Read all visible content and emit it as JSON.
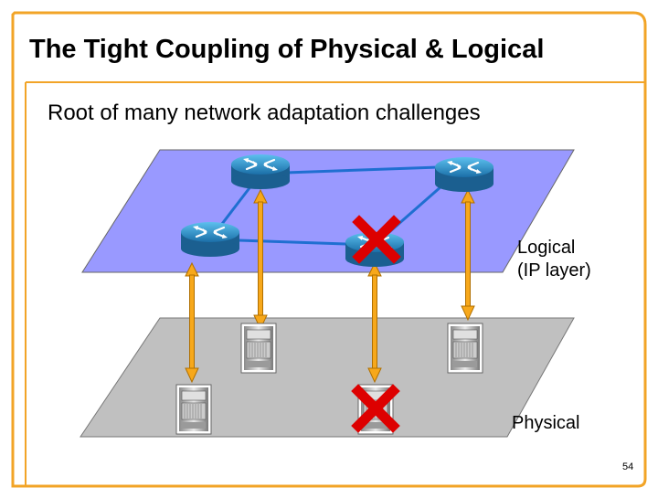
{
  "slide": {
    "title": "The Tight Coupling of Physical & Logical",
    "subtitle": "Root of many network adaptation challenges",
    "page_number": "54"
  },
  "layers": {
    "logical": {
      "line1": "Logical",
      "line2": "(IP layer)",
      "color": "#9999ff"
    },
    "physical": {
      "label": "Physical",
      "color": "#c0c0c0"
    }
  },
  "colors": {
    "frame": "#f2a427",
    "link": "#1f6fd1",
    "arrow": "#f7a81b",
    "failure": "#dd0000",
    "router": "#2a93c9"
  },
  "icons": {
    "router": "router-icon",
    "switch": "optical-switch-icon",
    "failure": "failure-x-icon"
  }
}
